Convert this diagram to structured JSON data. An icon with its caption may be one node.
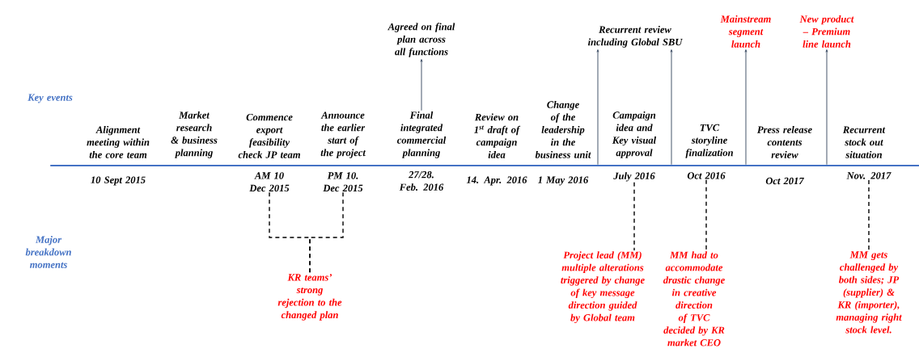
{
  "diagram": {
    "nodes": [
      {
        "text": [
          "Agreed on final plan across all functions"
        ]
      },
      {
        "text": [
          "Recurrent review including Global SBU"
        ]
      },
      {
        "text": [
          "Mainstream segment launch"
        ]
      },
      {
        "text": [
          "New product – Premium line  launch"
        ]
      },
      {
        "text": [
          "Alignment meeting within the core team"
        ]
      },
      {
        "text": [
          "Market research & business planning"
        ]
      },
      {
        "text": [
          "Commence export feasibility check JP team"
        ]
      },
      {
        "text": [
          "Announce the earlier start of the project"
        ]
      },
      {
        "text": [
          "Final integrated commercial planning"
        ]
      },
      {
        "text": [
          "Review on 1$^{st}$ draft of campaign idea"
        ]
      },
      {
        "text": [
          "Change of the leadership in the business unit"
        ]
      },
      {
        "text": [
          "Campaign idea and Key visual approval"
        ]
      },
      {
        "text": [
          "TVC storyline finalization"
        ]
      },
      {
        "text": [
          "Press release contents review"
        ]
      },
      {
        "text": [
          "Recurrent stock out situation"
        ]
      },
      {
        "text": [
          "AM 10 Dec 2015"
        ]
      },
      {
        "text": [
          "PM 10. Dec 2015"
        ]
      },
      {
        "text": [
          "July 2016"
        ]
      },
      {
        "text": [
          "Oct 2016"
        ]
      },
      {
        "text": [
          "Nov. 2017"
        ]
      },
      {
        "text": [
          "KR teams’ strong rejection to the changed plan"
        ]
      },
      {
        "text": [
          "Project lead (MM) multiple alterations triggered by change of key message direction guided by Global team"
        ]
      },
      {
        "text": [
          "MM had to accommodate drastic change in creative direction of TVC decided by KR market CEO"
        ]
      },
      {
        "text": [
          "MM gets challenged by both sides; JP (supplier) & KR (importer), managing right stock level."
        ]
      },
      {
        "text": [],
        "shape": "bar"
      }
    ],
    "edges": [
      {
        "from": 8,
        "to": 0,
        "arrow": "to",
        "color": "#44546a"
      },
      {
        "from": 24,
        "to": 1,
        "arrow": "to",
        "color": "#44546a"
      },
      {
        "from": 24,
        "to": 1,
        "arrow": "to",
        "color": "#44546a"
      },
      {
        "from": 24,
        "to": 2,
        "arrow": "to",
        "color": "#44546a"
      },
      {
        "from": 24,
        "to": 3,
        "arrow": "to",
        "color": "#44546a"
      },
      {
        "from": 15,
        "to": 20,
        "arrow": "none",
        "style": "dashed",
        "color": "#000000"
      },
      {
        "from": 16,
        "to": 20,
        "arrow": "none",
        "style": "dashed",
        "color": "#000000"
      },
      {
        "from": 17,
        "to": 21,
        "arrow": "none",
        "style": "dashed",
        "color": "#000000"
      },
      {
        "from": 18,
        "to": 22,
        "arrow": "none",
        "style": "dashed",
        "color": "#000000"
      },
      {
        "from": 19,
        "to": 23,
        "arrow": "none",
        "style": "dashed",
        "color": "#000000"
      }
    ],
    "labels": [
      "Key events",
      "10 Sept 2015",
      "27/28. Feb. 2016",
      "14. Apr. 2016",
      "1 May 2016",
      "Oct 2017",
      "Major breakdown moments"
    ]
  }
}
